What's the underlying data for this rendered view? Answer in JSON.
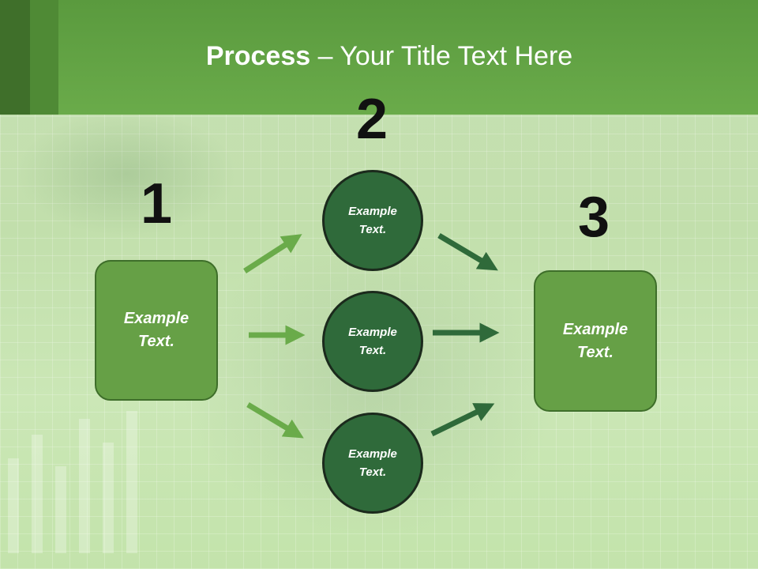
{
  "slide": {
    "title_bold": "Process",
    "title_rest": " – Your Title Text Here",
    "steps": [
      "1",
      "2",
      "3"
    ],
    "left_box": {
      "line1": "Example",
      "line2": "Text."
    },
    "right_box": {
      "line1": "Example",
      "line2": "Text."
    },
    "circles": [
      {
        "line1": "Example",
        "line2": "Text."
      },
      {
        "line1": "Example",
        "line2": "Text."
      },
      {
        "line1": "Example",
        "line2": "Text."
      }
    ]
  },
  "colors": {
    "header_green": "#6aab4a",
    "box_green": "#66a046",
    "circle_green": "#2f6a3a",
    "arrow_light": "#6aab4a",
    "arrow_dark": "#2f6a3a"
  }
}
